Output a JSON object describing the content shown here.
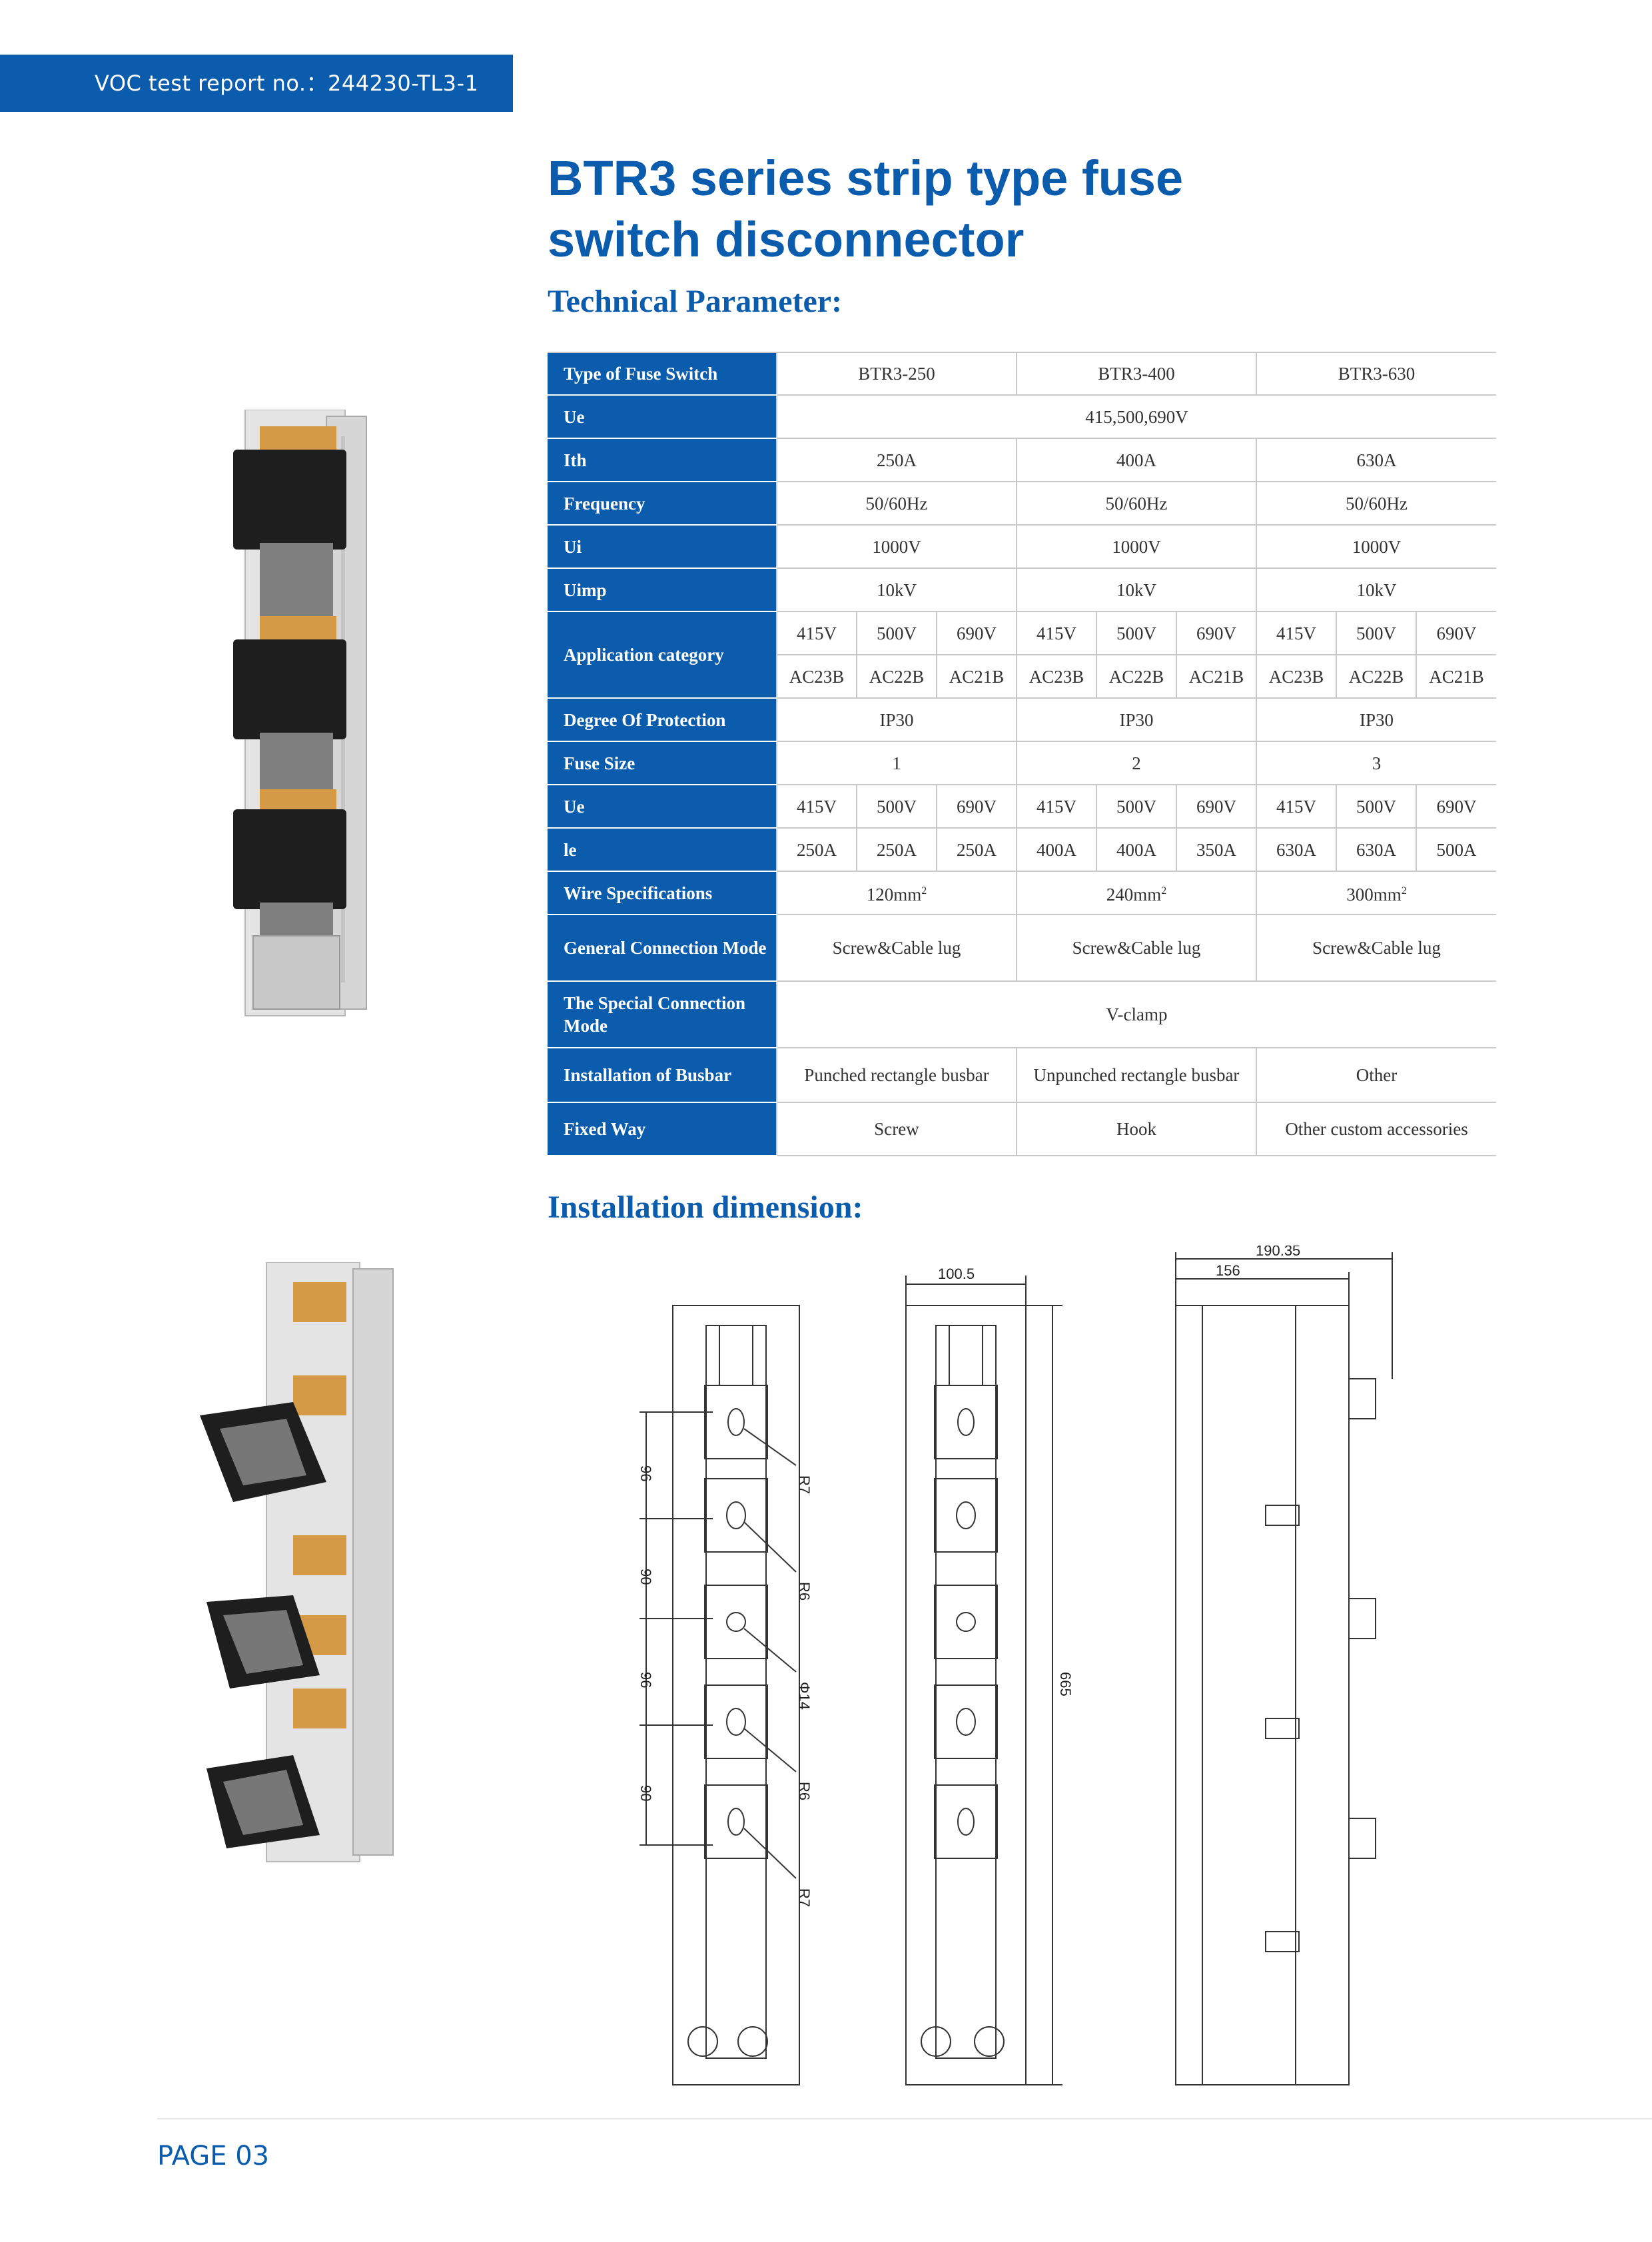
{
  "header": {
    "voc_report": "VOC test report no.：244230-TL3-1"
  },
  "title_line1": "BTR3 series strip type fuse",
  "title_line2": "switch disconnector",
  "section_technical": "Technical Parameter:",
  "section_installation": "Installation dimension:",
  "table": {
    "type_label": "Type of Fuse Switch",
    "models": [
      "BTR3-250",
      "BTR3-400",
      "BTR3-630"
    ],
    "ue_label": "Ue",
    "ue_value": "415,500,690V",
    "ith_label": "Ith",
    "ith": [
      "250A",
      "400A",
      "630A"
    ],
    "freq_label": "Frequency",
    "freq": [
      "50/60Hz",
      "50/60Hz",
      "50/60Hz"
    ],
    "ui_label": "Ui",
    "ui": [
      "1000V",
      "1000V",
      "1000V"
    ],
    "uimp_label": "Uimp",
    "uimp": [
      "10kV",
      "10kV",
      "10kV"
    ],
    "app_label": "Application category",
    "app_volts": [
      "415V",
      "500V",
      "690V",
      "415V",
      "500V",
      "690V",
      "415V",
      "500V",
      "690V"
    ],
    "app_cats": [
      "AC23B",
      "AC22B",
      "AC21B",
      "AC23B",
      "AC22B",
      "AC21B",
      "AC23B",
      "AC22B",
      "AC21B"
    ],
    "ip_label": "Degree Of Protection",
    "ip": [
      "IP30",
      "IP30",
      "IP30"
    ],
    "fuse_label": "Fuse Size",
    "fuse": [
      "1",
      "2",
      "3"
    ],
    "ue2_label": "Ue",
    "ue2": [
      "415V",
      "500V",
      "690V",
      "415V",
      "500V",
      "690V",
      "415V",
      "500V",
      "690V"
    ],
    "ie_label": "le",
    "ie": [
      "250A",
      "250A",
      "250A",
      "400A",
      "400A",
      "350A",
      "630A",
      "630A",
      "500A"
    ],
    "wire_label": "Wire Specifications",
    "wire": [
      "120mm",
      "240mm",
      "300mm"
    ],
    "wire_sup": "2",
    "gen_label": "General Connection Mode",
    "gen": [
      "Screw&Cable lug",
      "Screw&Cable lug",
      "Screw&Cable lug"
    ],
    "special_label": "The Special Connection Mode",
    "special": "V-clamp",
    "busbar_label": "Installation of Busbar",
    "busbar": [
      "Punched rectangle busbar",
      "Unpunched rectangle busbar",
      "Other"
    ],
    "fixed_label": "Fixed Way",
    "fixed": [
      "Screw",
      "Hook",
      "Other custom accessories"
    ]
  },
  "dimensions": {
    "front": {
      "pitch": [
        "96",
        "90",
        "96",
        "90"
      ],
      "radii": [
        "R7",
        "R6",
        "Φ14",
        "R6",
        "R7"
      ]
    },
    "mid": {
      "width": "100.5",
      "height": "665"
    },
    "side": {
      "total": "190.35",
      "depth": "156"
    }
  },
  "footer": {
    "page": "PAGE 03"
  },
  "colors": {
    "brand_blue": "#0b5cad"
  }
}
